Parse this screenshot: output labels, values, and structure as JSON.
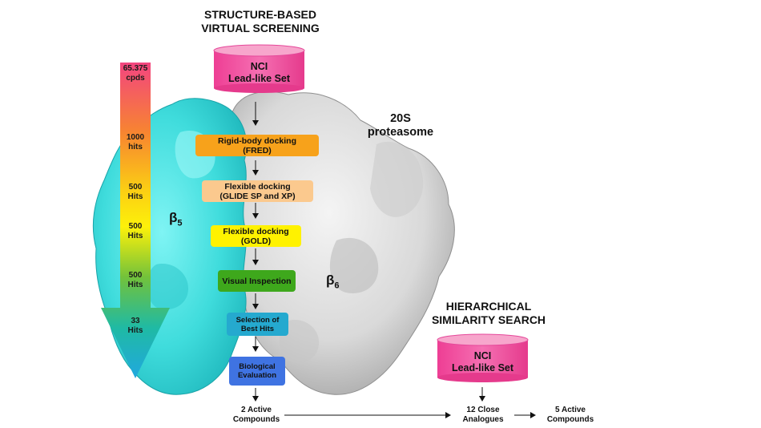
{
  "vs_title": [
    "STRUCTURE-BASED",
    "VIRTUAL SCREENING"
  ],
  "hs_title": [
    "HIERARCHICAL",
    "SIMILARITY SEARCH"
  ],
  "proteasome_label": [
    "20S",
    "proteasome"
  ],
  "beta5": {
    "symbol": "β",
    "sub": "5"
  },
  "beta6": {
    "symbol": "β",
    "sub": "6"
  },
  "database_top": [
    "NCI",
    "Lead-like Set"
  ],
  "database_right": [
    "NCI",
    "Lead-like Set"
  ],
  "steps": [
    {
      "lines": [
        "Rigid-body docking",
        "(FRED)"
      ],
      "color": "#f7a21b"
    },
    {
      "lines": [
        "Flexible docking",
        "(GLIDE SP and XP)"
      ],
      "color": "#fbc98e"
    },
    {
      "lines": [
        "Flexible docking",
        "(GOLD)"
      ],
      "color": "#fff200"
    },
    {
      "lines": [
        "Visual Inspection"
      ],
      "color": "#3ea81c"
    },
    {
      "lines": [
        "Selection of",
        "Best Hits"
      ],
      "color": "#25a9cf"
    },
    {
      "lines": [
        "Biological",
        "Evaluation"
      ],
      "color": "#3f73e2"
    }
  ],
  "funnel_labels": [
    [
      "65.375",
      "cpds"
    ],
    [
      "1000",
      "hits"
    ],
    [
      "500",
      "Hits"
    ],
    [
      "500",
      "Hits"
    ],
    [
      "500",
      "Hits"
    ],
    [
      "33",
      "Hits"
    ]
  ],
  "results": {
    "active_vs": [
      "2 Active",
      "Compounds"
    ],
    "analogues": [
      "12 Close",
      "Analogues"
    ],
    "active_hs": [
      "5 Active",
      "Compounds"
    ]
  }
}
